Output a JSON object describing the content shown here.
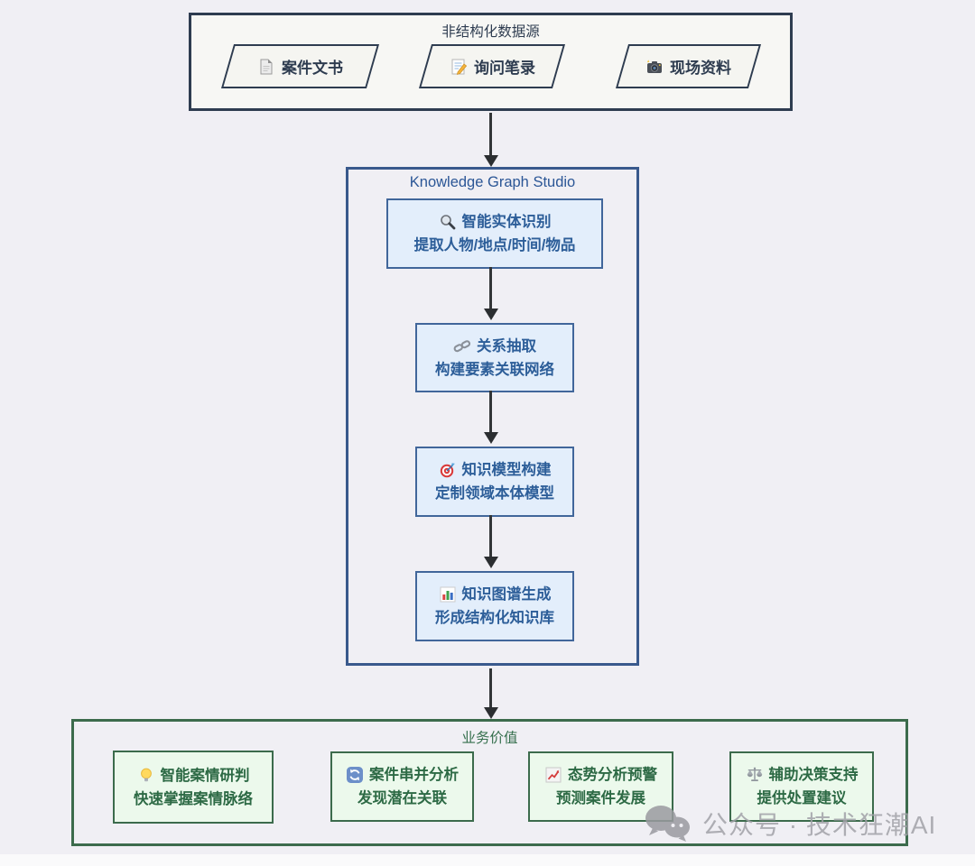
{
  "colors": {
    "page_bg": "#f0eff4",
    "dark": "#2e3c50",
    "blue_border": "#39598c",
    "blue_text": "#2d5e99",
    "blue_fill": "#e3eefb",
    "green_border": "#3c6b4c",
    "green_text": "#2d6a45",
    "green_fill": "#ecf9ec",
    "arrow": "#2b2e31",
    "watermark": "#a2a2a8"
  },
  "sources": {
    "title": "非结构化数据源",
    "items": [
      {
        "icon": "document",
        "label": "案件文书"
      },
      {
        "icon": "memo",
        "label": "询问笔录"
      },
      {
        "icon": "camera",
        "label": "现场资料"
      }
    ]
  },
  "studio": {
    "title": "Knowledge Graph Studio",
    "steps": [
      {
        "icon": "search",
        "line1": "智能实体识别",
        "line2": "提取人物/地点/时间/物品"
      },
      {
        "icon": "link",
        "line1": "关系抽取",
        "line2": "构建要素关联网络"
      },
      {
        "icon": "target",
        "line1": "知识模型构建",
        "line2": "定制领域本体模型"
      },
      {
        "icon": "bar-chart",
        "line1": "知识图谱生成",
        "line2": "形成结构化知识库"
      }
    ]
  },
  "value": {
    "title": "业务价值",
    "items": [
      {
        "icon": "bulb",
        "line1": "智能案情研判",
        "line2": "快速掌握案情脉络"
      },
      {
        "icon": "sync",
        "line1": "案件串并分析",
        "line2": "发现潜在关联"
      },
      {
        "icon": "trend",
        "line1": "态势分析预警",
        "line2": "预测案件发展"
      },
      {
        "icon": "scale",
        "line1": "辅助决策支持",
        "line2": "提供处置建议"
      }
    ]
  },
  "watermark": {
    "icon": "wechat",
    "text": "公众号 · 技术狂潮AI"
  }
}
